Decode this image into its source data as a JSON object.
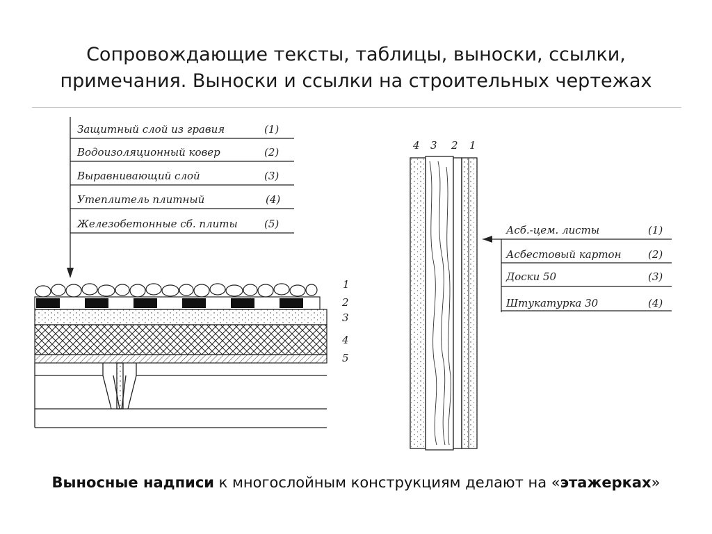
{
  "page": {
    "title_line1": "Сопровождающие тексты, таблицы, выноски, ссылки,",
    "title_line2": "примечания. Выноски и ссылки на строительных чертежах"
  },
  "roof_diagram": {
    "callouts": [
      {
        "text": "Защитный слой из гравия",
        "num": "(1)"
      },
      {
        "text": "Водоизоляционный ковер",
        "num": "(2)"
      },
      {
        "text": "Выравнивающий слой",
        "num": "(3)"
      },
      {
        "text": "Утеплитель плитный",
        "num": "(4)"
      },
      {
        "text": "Железобетонные сб. плиты",
        "num": "(5)"
      }
    ],
    "layer_numbers": [
      "1",
      "2",
      "3",
      "4",
      "5"
    ]
  },
  "wall_diagram": {
    "layer_numbers": [
      "4",
      "3",
      "2",
      "1"
    ],
    "callouts": [
      {
        "text": "Асб.-цем. листы",
        "num": "(1)"
      },
      {
        "text": "Асбестовый картон",
        "num": "(2)"
      },
      {
        "text": "Доски 50",
        "num": "(3)"
      },
      {
        "text": "Штукатурка 30",
        "num": "(4)"
      }
    ]
  },
  "caption": {
    "bold1": "Выносные надписи",
    "middle": " к многослойным конструкциям делают на «",
    "bold2": "этажерках",
    "end": "»"
  }
}
